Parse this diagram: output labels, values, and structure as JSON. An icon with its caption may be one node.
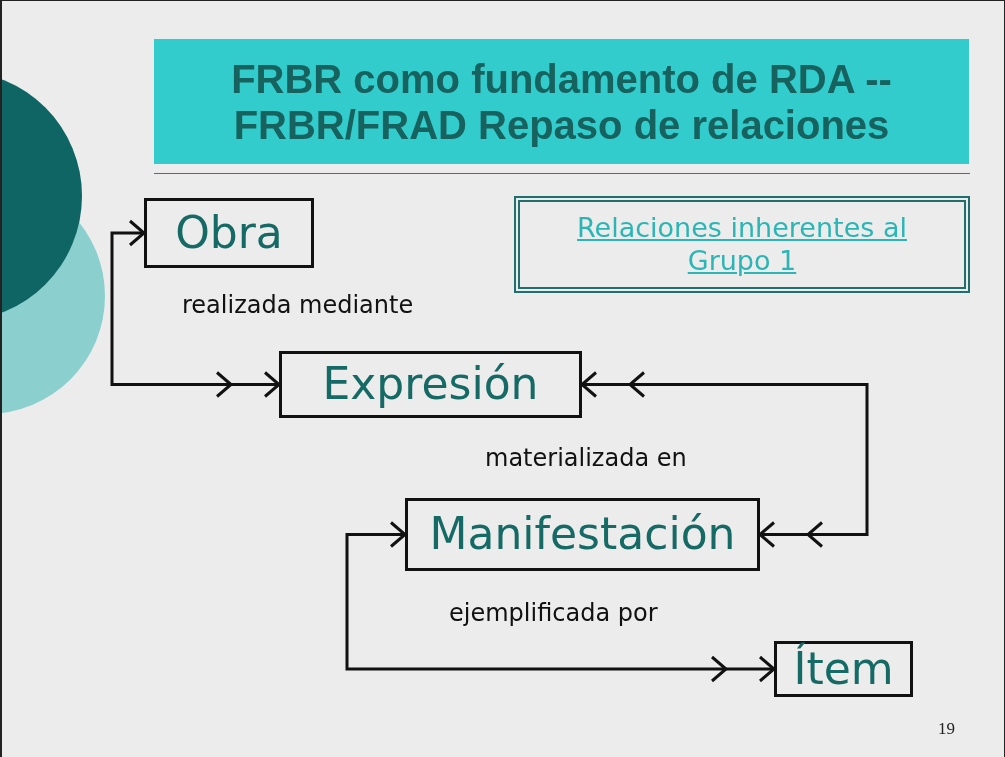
{
  "diagram": {
    "title": "FRBR como fundamento de RDA -- FRBR/FRAD Repaso de relaciones",
    "nodes": [
      {
        "text": [
          "Obra"
        ]
      },
      {
        "text": [
          "Relaciones inherentes al Grupo 1"
        ]
      },
      {
        "text": [
          "Expresión"
        ]
      },
      {
        "text": [
          "Manifestación"
        ]
      },
      {
        "text": [
          "Ítem"
        ]
      }
    ],
    "edges": [
      {
        "from": 0,
        "to": 2,
        "arrow": "both",
        "label": "realizada mediante"
      },
      {
        "from": 2,
        "to": 3,
        "arrow": "both",
        "label": "materializada en"
      },
      {
        "from": 3,
        "to": 4,
        "arrow": "both",
        "label": "ejemplificada por"
      }
    ],
    "labels": [
      "19"
    ]
  }
}
